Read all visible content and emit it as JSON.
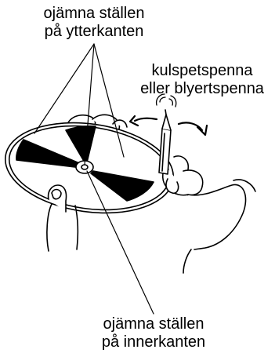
{
  "labels": {
    "outer_edge": [
      "ojämna ställen",
      "på ytterkanten"
    ],
    "pen": [
      "kulspetspenna",
      "eller blyertspenna"
    ],
    "inner_edge": [
      "ojämna ställen",
      "på innerkanten"
    ]
  },
  "colors": {
    "ink": "#000000",
    "background": "#ffffff"
  }
}
